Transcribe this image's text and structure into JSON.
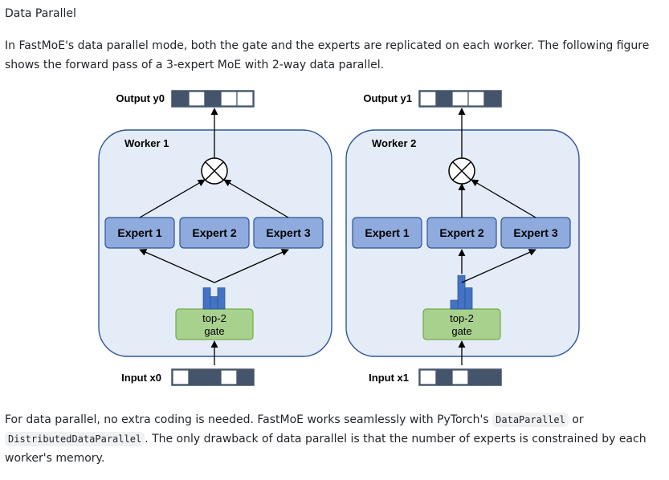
{
  "section": {
    "heading": "Data Parallel"
  },
  "intro": {
    "text": "In FastMoE's data parallel mode, both the gate and the experts are replicated on each worker. The following figure shows the forward pass of a 3-expert MoE with 2-way data parallel."
  },
  "figure": {
    "workers": [
      {
        "title": "Worker 1",
        "output_label": "Output y0",
        "input_label": "Input x0",
        "experts": [
          "Expert 1",
          "Expert 2",
          "Expert 3"
        ],
        "gate_lines": [
          "top-2",
          "gate"
        ],
        "output_cells": [
          "dark",
          "light",
          "dark",
          "light",
          "light"
        ],
        "input_cells": [
          "light",
          "dark",
          "dark",
          "light",
          "dark"
        ],
        "gate_scores": [
          0.6,
          0.35,
          0.6
        ],
        "combined_experts": [
          1,
          3
        ]
      },
      {
        "title": "Worker 2",
        "output_label": "Output y1",
        "input_label": "Input x1",
        "experts": [
          "Expert 1",
          "Expert 2",
          "Expert 3"
        ],
        "gate_lines": [
          "top-2",
          "gate"
        ],
        "output_cells": [
          "light",
          "dark",
          "light",
          "light",
          "dark"
        ],
        "input_cells": [
          "light",
          "dark",
          "light",
          "dark",
          "dark"
        ],
        "gate_scores": [
          0.25,
          0.95,
          0.6
        ],
        "combined_experts": [
          2,
          3
        ]
      }
    ],
    "colors": {
      "cell_dark": "#44546a",
      "cell_light": "#ffffff",
      "worker_fill": "#e4ecf7",
      "worker_border": "#2f5597",
      "expert_fill": "#8faadc",
      "gate_fill": "#a9d18e",
      "bar_fill": "#4472c4"
    }
  },
  "outro": {
    "text_before": "For data parallel, no extra coding is needed. FastMoE works seamlessly with PyTorch's ",
    "code1": "DataParallel",
    "text_mid": " or ",
    "code2": "DistributedDataParallel",
    "text_after": ". The only drawback of data parallel is that the number of experts is constrained by each worker's memory."
  }
}
